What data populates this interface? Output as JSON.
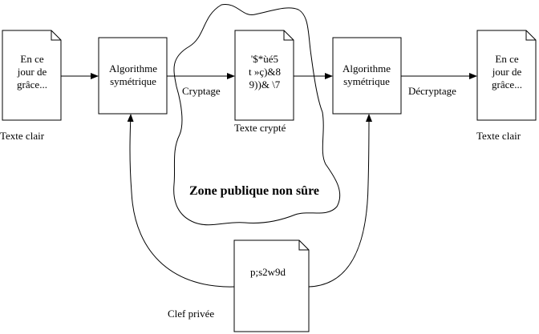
{
  "left_doc": {
    "text": "En ce\njour de\ngrâce...",
    "caption": "Texte clair"
  },
  "right_doc": {
    "text": "En ce\njour de\ngrâce...",
    "caption": "Texte clair"
  },
  "algo_left": {
    "text": "Algorithme\nsymétrique"
  },
  "algo_right": {
    "text": "Algorithme\nsymétrique"
  },
  "crypted_doc": {
    "text": "'$*ùé5\nt »ç)&8\n9))& \\7",
    "caption": "Texte crypté"
  },
  "key_doc": {
    "text": "p;s2w9d",
    "caption": "Clef privée"
  },
  "edge_labels": {
    "encrypt": "Cryptage",
    "decrypt": "Décryptage"
  },
  "zone_label": "Zone publique non sûre"
}
